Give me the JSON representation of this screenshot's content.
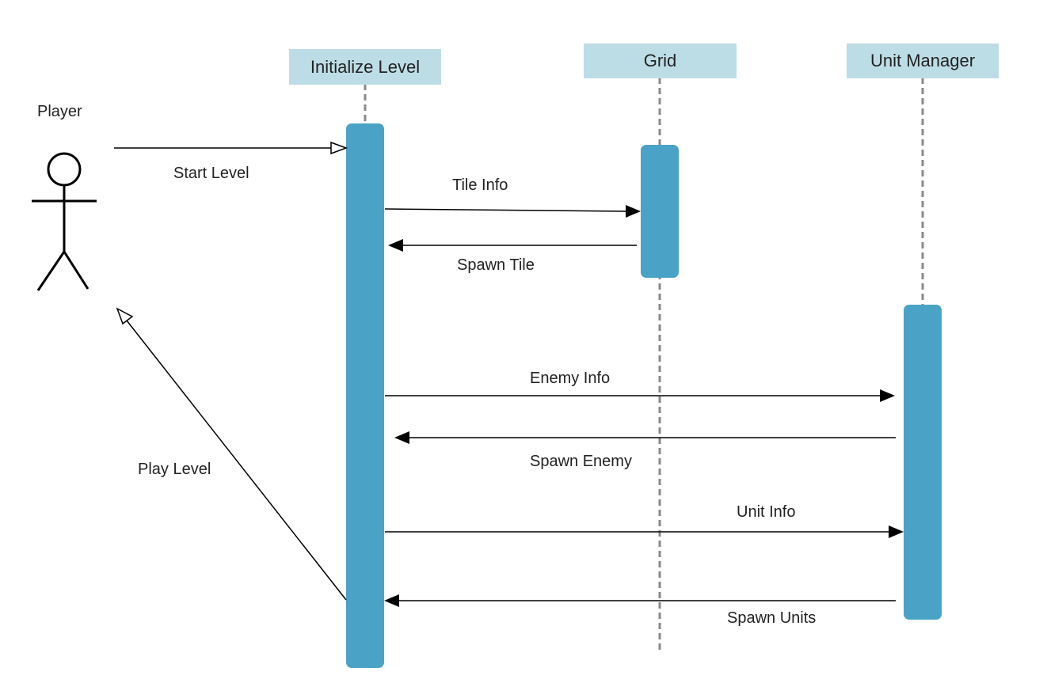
{
  "colors": {
    "header_fill": "#bddde6",
    "activation_fill": "#4aa3c6",
    "lifeline": "#8a8a8a",
    "line": "#000000"
  },
  "actor": {
    "name": "Player",
    "icon": "stick-figure-icon"
  },
  "lifelines": [
    {
      "id": "initialize-level",
      "title": "Initialize Level"
    },
    {
      "id": "grid",
      "title": "Grid"
    },
    {
      "id": "unit-manager",
      "title": "Unit Manager"
    }
  ],
  "messages": [
    {
      "label": "Start Level",
      "from": "Player",
      "to": "Initialize Level",
      "arrow": "open"
    },
    {
      "label": "Tile Info",
      "from": "Initialize Level",
      "to": "Grid",
      "arrow": "filled"
    },
    {
      "label": "Spawn Tile",
      "from": "Grid",
      "to": "Initialize Level",
      "arrow": "filled"
    },
    {
      "label": "Enemy Info",
      "from": "Initialize Level",
      "to": "Unit Manager",
      "arrow": "filled"
    },
    {
      "label": "Spawn Enemy",
      "from": "Unit Manager",
      "to": "Initialize Level",
      "arrow": "filled"
    },
    {
      "label": "Unit Info",
      "from": "Initialize Level",
      "to": "Unit Manager",
      "arrow": "filled"
    },
    {
      "label": "Spawn Units",
      "from": "Unit Manager",
      "to": "Initialize Level",
      "arrow": "filled"
    },
    {
      "label": "Play Level",
      "from": "Initialize Level",
      "to": "Player",
      "arrow": "open"
    }
  ]
}
